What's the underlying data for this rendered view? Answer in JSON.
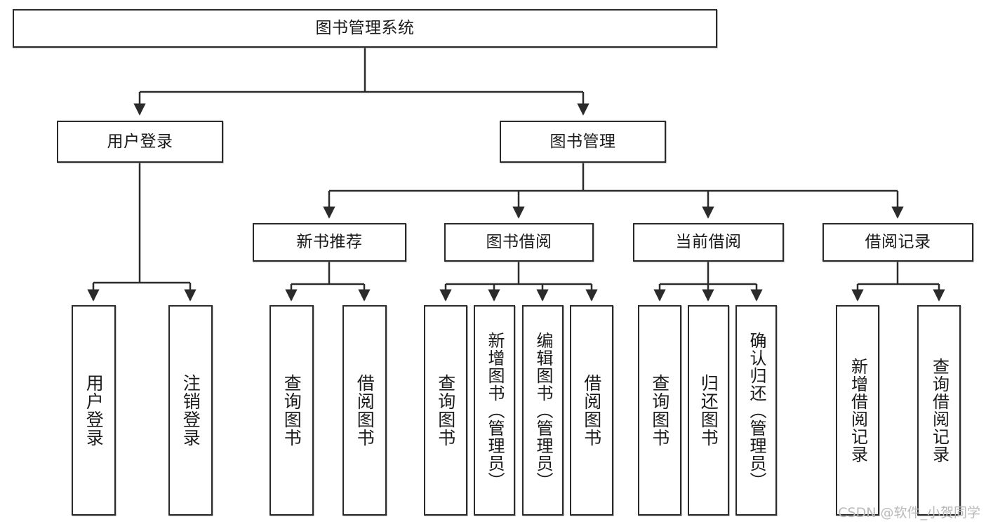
{
  "diagram": {
    "type": "tree-hierarchy-flowchart",
    "root": {
      "id": "root",
      "label": "图书管理系统"
    },
    "level2": [
      {
        "id": "user-login",
        "label": "用户登录"
      },
      {
        "id": "book-manage",
        "label": "图书管理"
      }
    ],
    "level3": [
      {
        "id": "new-book-rec",
        "label": "新书推荐"
      },
      {
        "id": "book-borrow",
        "label": "图书借阅"
      },
      {
        "id": "current-borrow",
        "label": "当前借阅"
      },
      {
        "id": "borrow-record",
        "label": "借阅记录"
      }
    ],
    "leaves": {
      "user_login": [
        {
          "id": "leaf-user-login",
          "label": "用户登录"
        },
        {
          "id": "leaf-logout",
          "label": "注销登录"
        }
      ],
      "new_book_rec": [
        {
          "id": "leaf-query-book-1",
          "label": "查询图书"
        },
        {
          "id": "leaf-borrow-book-1",
          "label": "借阅图书"
        }
      ],
      "book_borrow": [
        {
          "id": "leaf-query-book-2",
          "label": "查询图书"
        },
        {
          "id": "leaf-add-book",
          "label": "新增图书（管理员）"
        },
        {
          "id": "leaf-edit-book",
          "label": "编辑图书（管理员）"
        },
        {
          "id": "leaf-borrow-book-2",
          "label": "借阅图书"
        }
      ],
      "current_borrow": [
        {
          "id": "leaf-query-book-3",
          "label": "查询图书"
        },
        {
          "id": "leaf-return-book",
          "label": "归还图书"
        },
        {
          "id": "leaf-confirm-return",
          "label": "确认归还（管理员）"
        }
      ],
      "borrow_record": [
        {
          "id": "leaf-add-record",
          "label": "新增借阅记录"
        },
        {
          "id": "leaf-query-record",
          "label": "查询借阅记录"
        }
      ]
    }
  },
  "watermark": {
    "text": "CSDN @软件_小贺同学"
  },
  "colors": {
    "stroke": "#2b2b2b",
    "fill": "#ffffff",
    "text": "#1a1a1a",
    "watermark": "#b9b9b9"
  }
}
